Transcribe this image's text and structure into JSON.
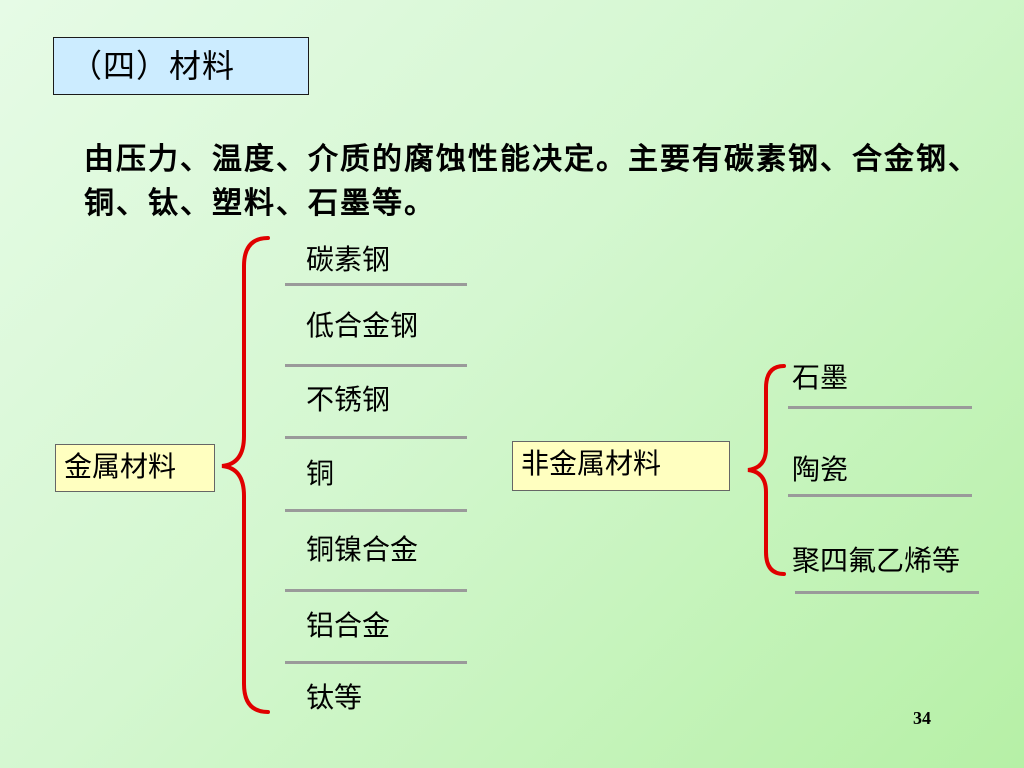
{
  "title": "（四）材料",
  "intro": "由压力、温度、介质的腐蚀性能决定。主要有碳素钢、合金钢、铜、钛、塑料、石墨等。",
  "metals": {
    "label": "金属材料",
    "items": [
      "碳素钢",
      "低合金钢",
      "不锈钢",
      "铜",
      "铜镍合金",
      "铝合金",
      "钛等"
    ]
  },
  "nonmetals": {
    "label": "非金属材料",
    "items": [
      "石墨",
      "陶瓷",
      "聚四氟乙烯等"
    ]
  },
  "page_number": "34",
  "colors": {
    "brace": "#e00000",
    "title_box": "#ccecff",
    "category_box": "#ffffc0",
    "rule": "#9a9a9a"
  }
}
